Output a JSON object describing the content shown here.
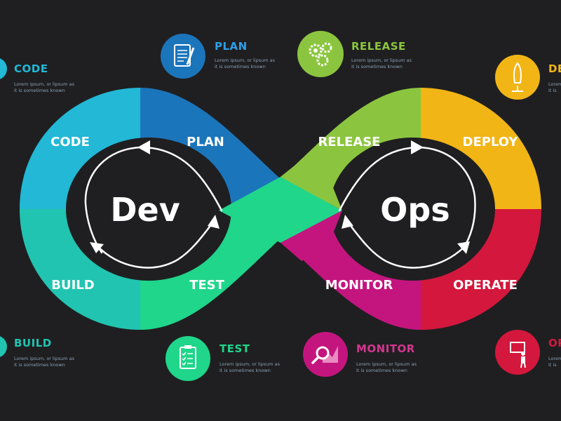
{
  "center": {
    "left_word": "Dev",
    "right_word": "Ops"
  },
  "loop_labels": {
    "code": "CODE",
    "plan": "PLAN",
    "release": "RELEASE",
    "deploy": "DEPLOY",
    "build": "BUILD",
    "test": "TEST",
    "monitor": "MONITOR",
    "operate": "OPERATE"
  },
  "panels": {
    "code": {
      "title": "CODE",
      "desc1": "Lorem ipsum, or lipsum as",
      "desc2": "it is sometimes known"
    },
    "plan": {
      "title": "PLAN",
      "desc1": "Lorem ipsum, or lipsum as",
      "desc2": "it is sometimes known"
    },
    "release": {
      "title": "RELEASE",
      "desc1": "Lorem ipsum, or lipsum as",
      "desc2": "it is sometimes known"
    },
    "deploy": {
      "title": "DE",
      "desc1": "Lorem",
      "desc2": "it is"
    },
    "build": {
      "title": "BUILD",
      "desc1": "Lorem ipsum, or lipsum as",
      "desc2": "it is sometimes known"
    },
    "test": {
      "title": "TEST",
      "desc1": "Lorem ipsum, or lipsum as",
      "desc2": "it is sometimes known"
    },
    "monitor": {
      "title": "MONITOR",
      "desc1": "Lorem ipsum, or lipsum as",
      "desc2": "it is sometimes known"
    },
    "operate": {
      "title": "OP",
      "desc1": "Lorem",
      "desc2": "it is"
    }
  },
  "colors": {
    "code": "#22b8d6",
    "plan": "#1b75bb",
    "release": "#8bc53f",
    "deploy": "#f2b516",
    "build": "#21c4b0",
    "test": "#1fd68a",
    "monitor": "#c4157f",
    "operate": "#d4173c",
    "background": "#1f1f21"
  },
  "icons": {
    "code": "code-icon",
    "plan": "clipboard-pencil-icon",
    "release": "gears-icon",
    "deploy": "rocket-icon",
    "build": "build-icon",
    "test": "checklist-icon",
    "monitor": "magnifier-chart-icon",
    "operate": "presenter-icon"
  }
}
